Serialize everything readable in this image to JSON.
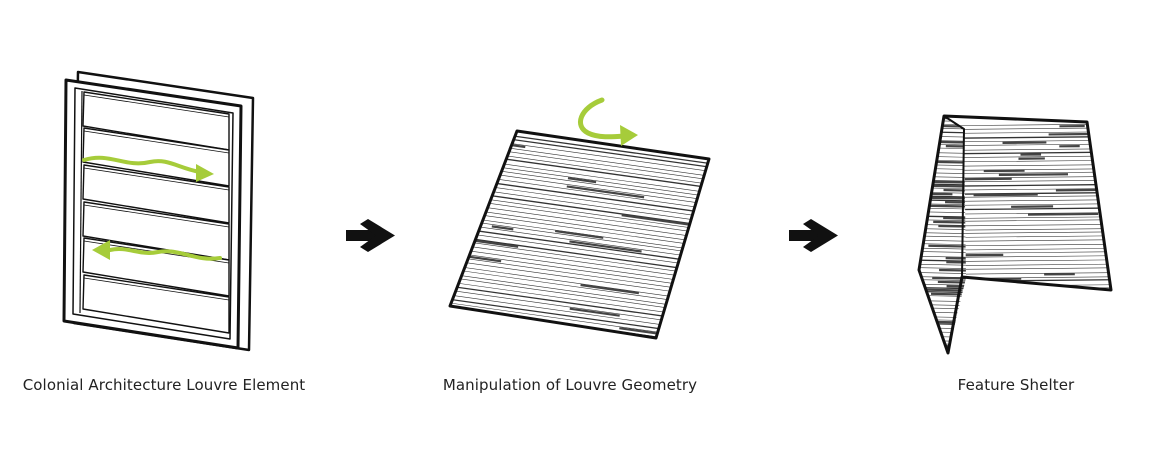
{
  "steps": [
    {
      "caption": "Colonial Architecture Louvre Element",
      "figure": "louvre-window"
    },
    {
      "caption": "Manipulation of Louvre Geometry",
      "figure": "rotated-louvre-panel"
    },
    {
      "caption": "Feature Shelter",
      "figure": "folded-shelter"
    }
  ],
  "connectors": [
    "arrow-right-icon",
    "arrow-right-icon"
  ],
  "colors": {
    "line": "#111111",
    "accent_arrow": "#a6cc3a",
    "background": "#ffffff"
  }
}
